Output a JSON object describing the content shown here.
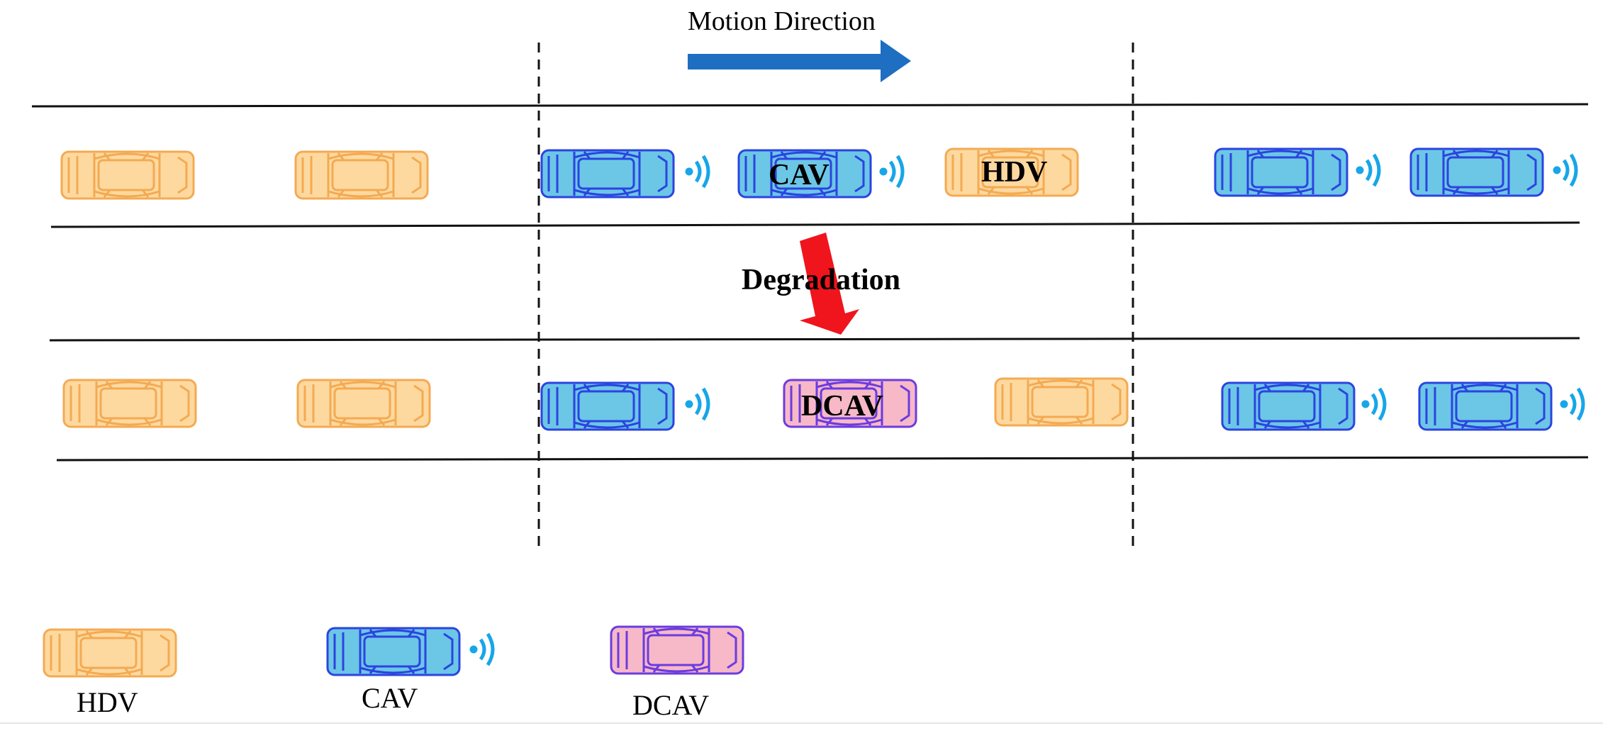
{
  "header": {
    "motion_label": "Motion Direction"
  },
  "transition": {
    "label": "Degradation"
  },
  "lanes": {
    "top": {
      "vehicle_labels": {
        "cav": "CAV",
        "hdv": "HDV"
      }
    },
    "bottom": {
      "vehicle_labels": {
        "dcav": "DCAV"
      }
    }
  },
  "legend": {
    "hdv": "HDV",
    "cav": "CAV",
    "dcav": "DCAV"
  },
  "colors": {
    "hdv_fill": "#FDD9A0",
    "hdv_stroke": "#F4AA52",
    "cav_fill": "#6CC6E6",
    "cav_stroke": "#2B44E0",
    "dcav_fill": "#F7B8C8",
    "dcav_stroke": "#6A3CE0",
    "signal": "#17A6E8",
    "motion_arrow": "#1E6EC2",
    "degradation_arrow": "#F0141C"
  },
  "icons": {
    "hdv": "car-icon",
    "cav": "connected-car-icon",
    "dcav": "degraded-car-icon",
    "signal": "wireless-signal-icon"
  }
}
